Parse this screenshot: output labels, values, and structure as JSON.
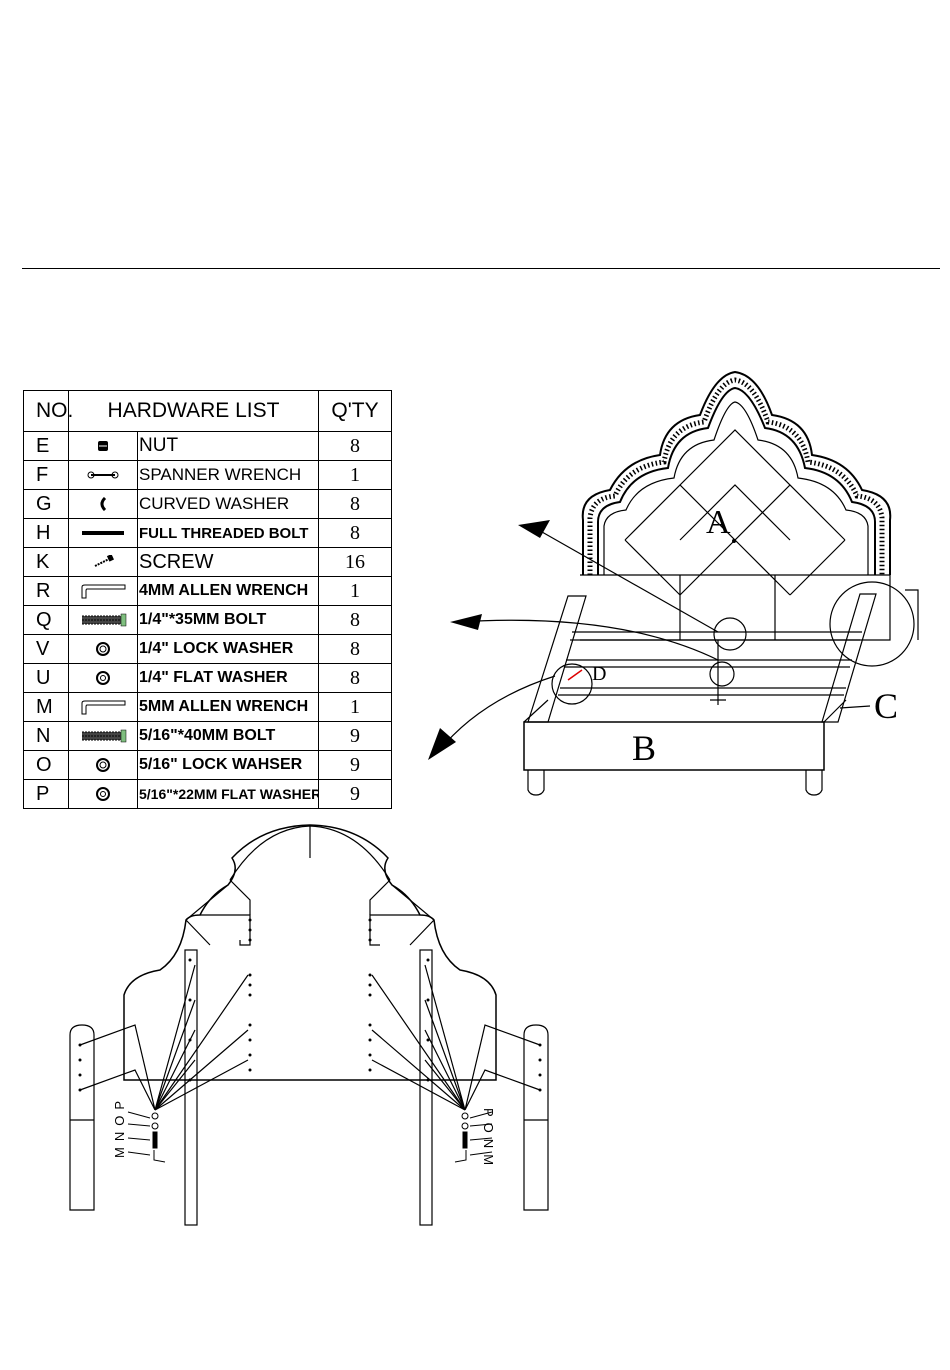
{
  "table": {
    "headers": {
      "no": "NO.",
      "list": "HARDWARE LIST",
      "qty": "Q'TY"
    },
    "rows": [
      {
        "no": "E",
        "desc": "NUT",
        "qty": "8",
        "icon": "nut-icon"
      },
      {
        "no": "F",
        "desc": "SPANNER WRENCH",
        "qty": "1",
        "icon": "spanner-wrench-icon"
      },
      {
        "no": "G",
        "desc": "CURVED WASHER",
        "qty": "8",
        "icon": "curved-washer-icon"
      },
      {
        "no": "H",
        "desc": "FULL THREADED BOLT",
        "qty": "8",
        "icon": "threaded-bolt-icon"
      },
      {
        "no": "K",
        "desc": "SCREW",
        "qty": "16",
        "icon": "screw-icon"
      },
      {
        "no": "R",
        "desc": "4MM ALLEN WRENCH",
        "qty": "1",
        "icon": "allen-wrench-icon"
      },
      {
        "no": "Q",
        "desc": "1/4\"*35MM BOLT",
        "qty": "8",
        "icon": "bolt-icon"
      },
      {
        "no": "V",
        "desc": "1/4\" LOCK WASHER",
        "qty": "8",
        "icon": "lock-washer-icon"
      },
      {
        "no": "U",
        "desc": "1/4\" FLAT WASHER",
        "qty": "8",
        "icon": "flat-washer-icon"
      },
      {
        "no": "M",
        "desc": "5MM ALLEN WRENCH",
        "qty": "1",
        "icon": "allen-wrench-icon"
      },
      {
        "no": "N",
        "desc": "5/16\"*40MM BOLT",
        "qty": "9",
        "icon": "bolt-icon"
      },
      {
        "no": "O",
        "desc": "5/16\" LOCK WAHSER",
        "qty": "9",
        "icon": "lock-washer-icon"
      },
      {
        "no": "P",
        "desc": "5/16\"*22MM FLAT WASHER",
        "qty": "9",
        "icon": "flat-washer-icon"
      }
    ]
  },
  "bed_diagram": {
    "label_a": "A",
    "label_b": "B",
    "label_c": "C",
    "label_d": "D"
  },
  "headboard_diagram": {
    "left_parts": [
      "M",
      "N",
      "O",
      "P"
    ],
    "right_parts": [
      "P",
      "O",
      "N",
      "M"
    ]
  }
}
